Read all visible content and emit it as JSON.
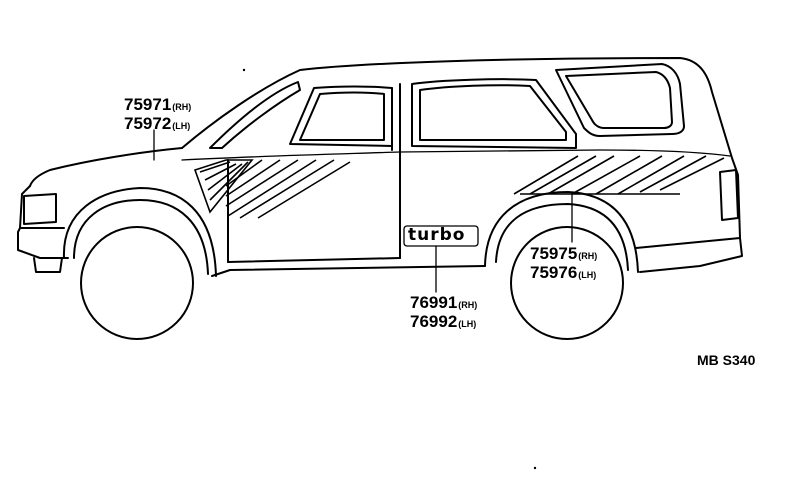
{
  "callouts": [
    {
      "part_no": "75971",
      "side": "(RH)"
    },
    {
      "part_no": "75972",
      "side": "(LH)"
    },
    {
      "part_no": "75975",
      "side": "(RH)"
    },
    {
      "part_no": "75976",
      "side": "(LH)"
    },
    {
      "part_no": "76991",
      "side": "(RH)"
    },
    {
      "part_no": "76992",
      "side": "(LH)"
    }
  ],
  "emblem_text": "turbo",
  "diagram_code": "MB S340"
}
